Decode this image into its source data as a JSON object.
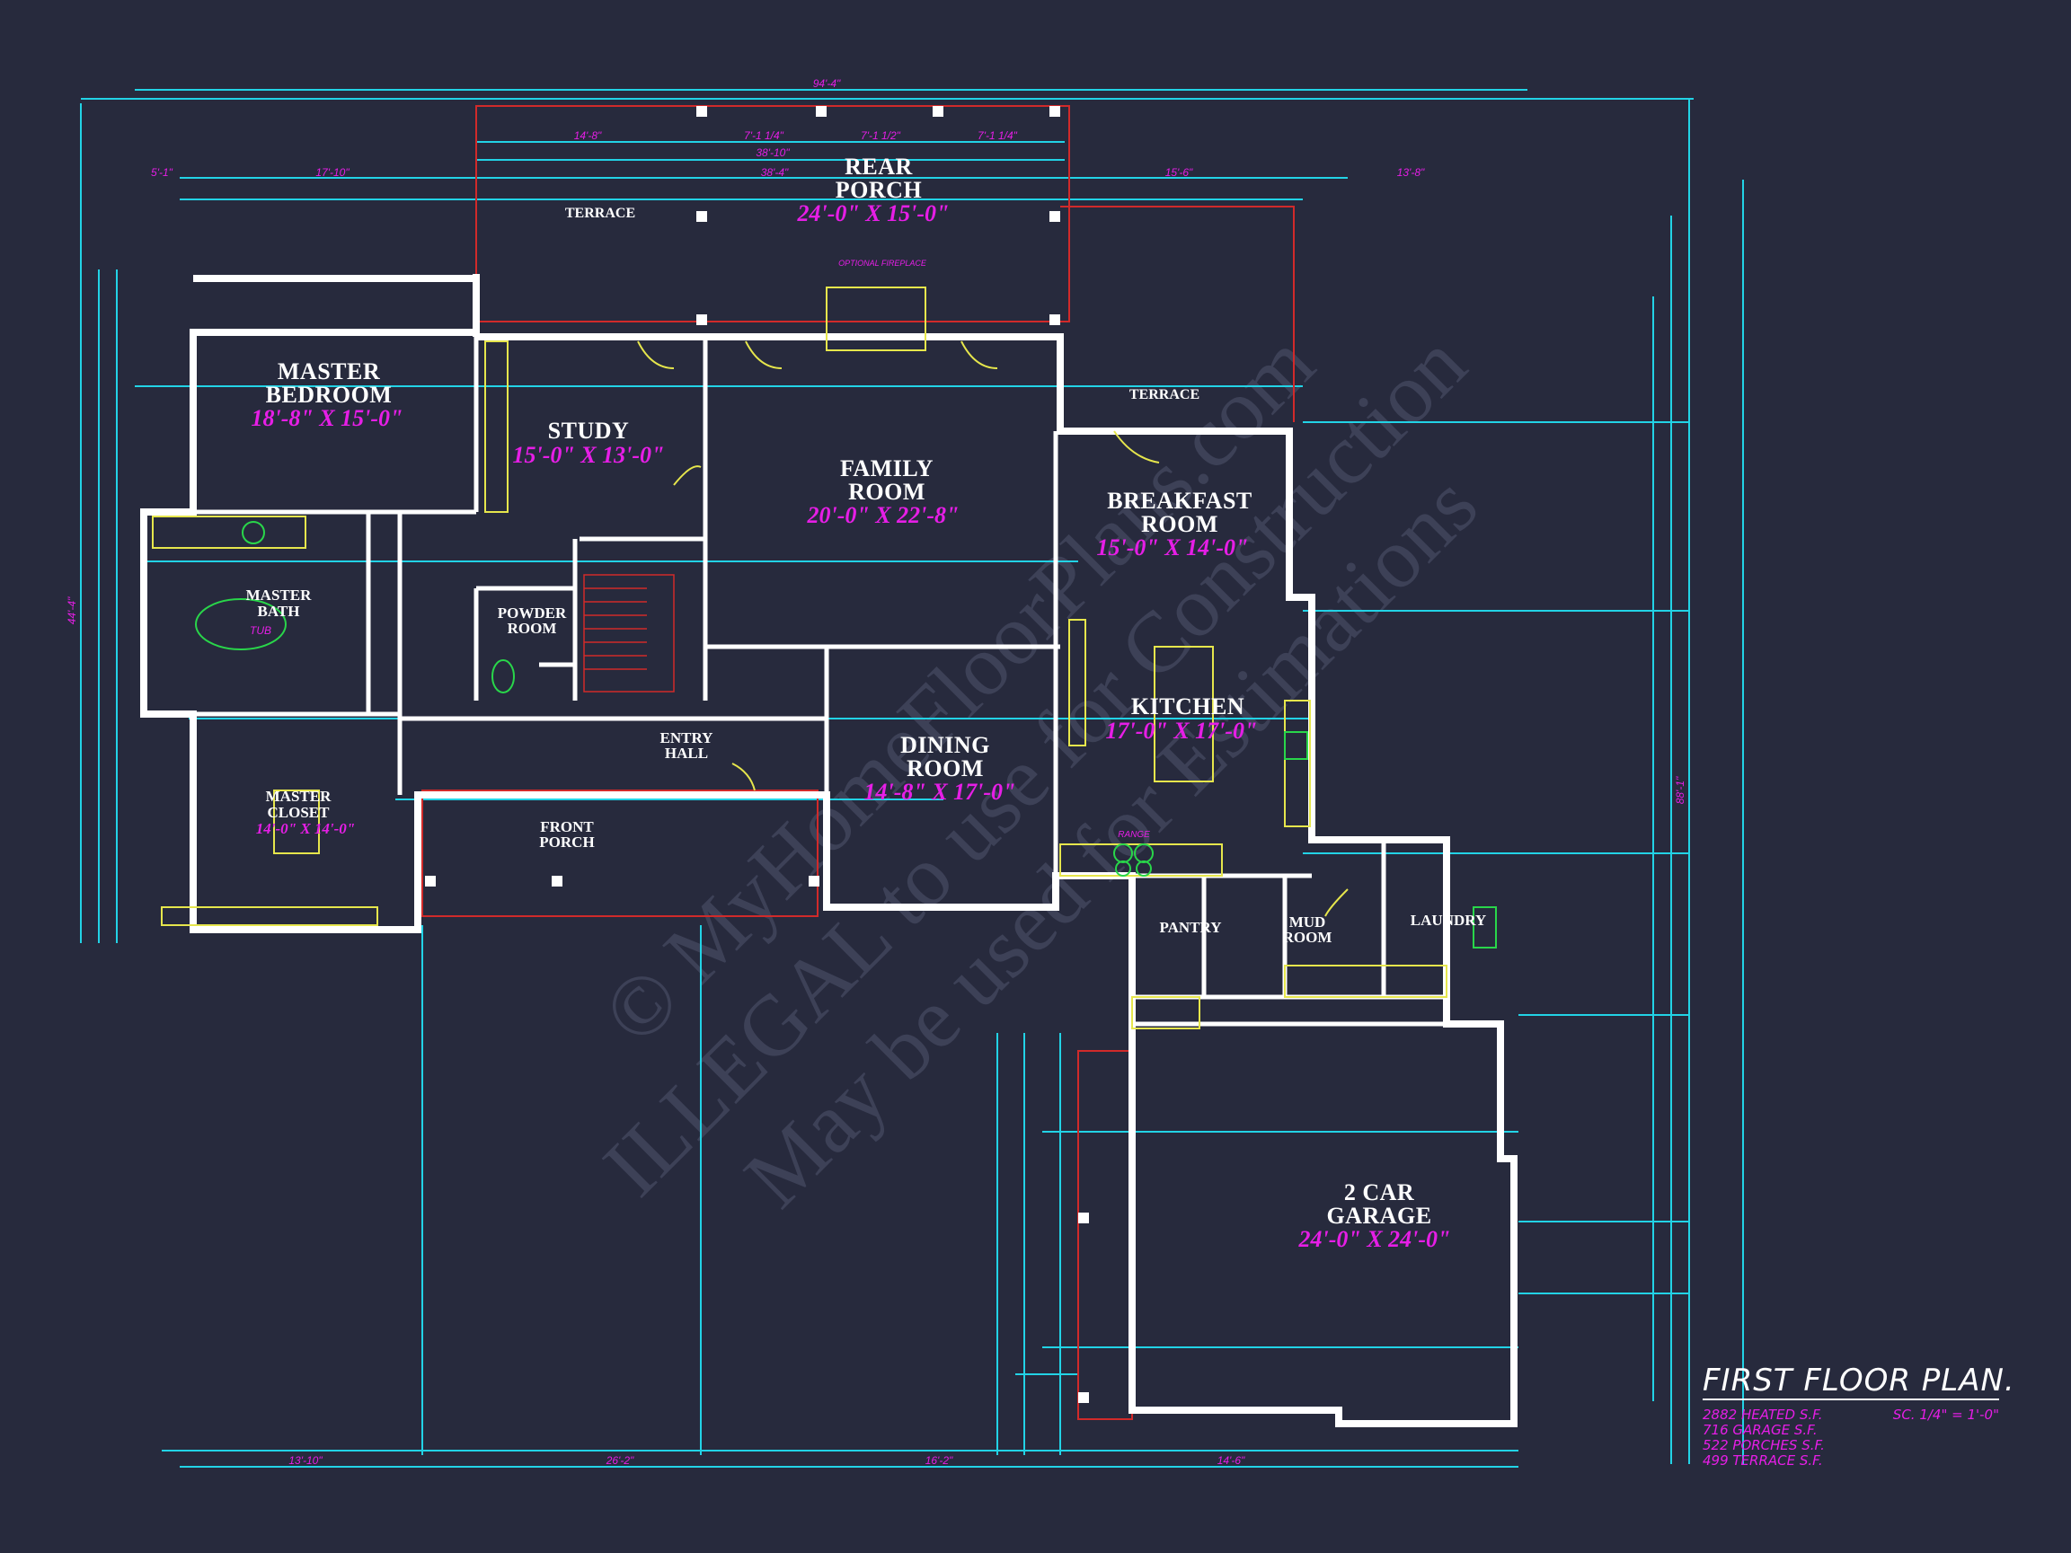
{
  "watermark": {
    "line1": "© MyHomeFloorPlans.com",
    "line2": "ILLEGAL to use for Construction",
    "line3": "May be used for Estimations"
  },
  "rooms": [
    {
      "id": "rear-porch",
      "name1": "REAR",
      "name2": "PORCH",
      "dim": "24'-0\" X 15'-0\""
    },
    {
      "id": "master-bedroom",
      "name1": "MASTER",
      "name2": "BEDROOM",
      "dim": "18'-8\" X 15'-0\""
    },
    {
      "id": "study",
      "name1": "STUDY",
      "name2": "",
      "dim": "15'-0\" X 13'-0\""
    },
    {
      "id": "family-room",
      "name1": "FAMILY",
      "name2": "ROOM",
      "dim": "20'-0\" X 22'-8\""
    },
    {
      "id": "breakfast-room",
      "name1": "BREAKFAST",
      "name2": "ROOM",
      "dim": "15'-0\" X 14'-0\""
    },
    {
      "id": "kitchen",
      "name1": "KITCHEN",
      "name2": "",
      "dim": "17'-0\" X 17'-0\""
    },
    {
      "id": "dining-room",
      "name1": "DINING",
      "name2": "ROOM",
      "dim": "14'-8\" X 17'-0\""
    },
    {
      "id": "garage",
      "name1": "2 CAR",
      "name2": "GARAGE",
      "dim": "24'-0\" X 24'-0\""
    },
    {
      "id": "master-bath",
      "name1": "MASTER",
      "name2": "BATH",
      "dim": ""
    },
    {
      "id": "master-closet",
      "name1": "MASTER",
      "name2": "CLOSET",
      "dim": "14'-0\" X 14'-0\""
    }
  ],
  "labels": {
    "terrace_left": "TERRACE",
    "terrace_right": "TERRACE",
    "powder_room_1": "POWDER",
    "powder_room_2": "ROOM",
    "entry_hall_1": "ENTRY",
    "entry_hall_2": "HALL",
    "front_porch_1": "FRONT",
    "front_porch_2": "PORCH",
    "pantry": "PANTRY",
    "mud_room_1": "MUD",
    "mud_room_2": "ROOM",
    "laundry": "LAUNDRY",
    "optional_fireplace": "OPTIONAL FIREPLACE",
    "range": "RANGE",
    "tub": "TUB"
  },
  "dimensions": {
    "top_overall": "94'-4\"",
    "porch_width": "38'-10\"",
    "porch_depth": "14'-8\"",
    "d1": "7'-1 1/4\"",
    "d2": "7'-1 1/2\"",
    "d3": "7'-1 1/4\"",
    "left_a": "5'-1\"",
    "left_b": "17'-10\"",
    "center": "38'-4\"",
    "right_a": "15'-6\"",
    "right_b": "13'-8\"",
    "bottom_a": "13'-10\"",
    "bottom_b": "26'-2\"",
    "bottom_c": "16'-2\"",
    "bottom_d": "14'-6\"",
    "left_total": "44'-4\"",
    "right_total": "88'-1\""
  },
  "title_block": {
    "title": "FIRST FLOOR PLAN.",
    "scale": "SC. 1/4\" = 1'-0\"",
    "stats": [
      "2882 HEATED S.F.",
      "716 GARAGE S.F.",
      "522 PORCHES S.F.",
      "499 TERRACE S.F."
    ]
  },
  "colors": {
    "background": "#272a3d",
    "wall": "#ffffff",
    "dimension_line": "#22d3e6",
    "room_dimension": "#e61ee6",
    "porch_outline": "#d12a2a",
    "fixture": "#e6e64c",
    "plumbing": "#29d64a",
    "watermark": "#3d4157"
  }
}
